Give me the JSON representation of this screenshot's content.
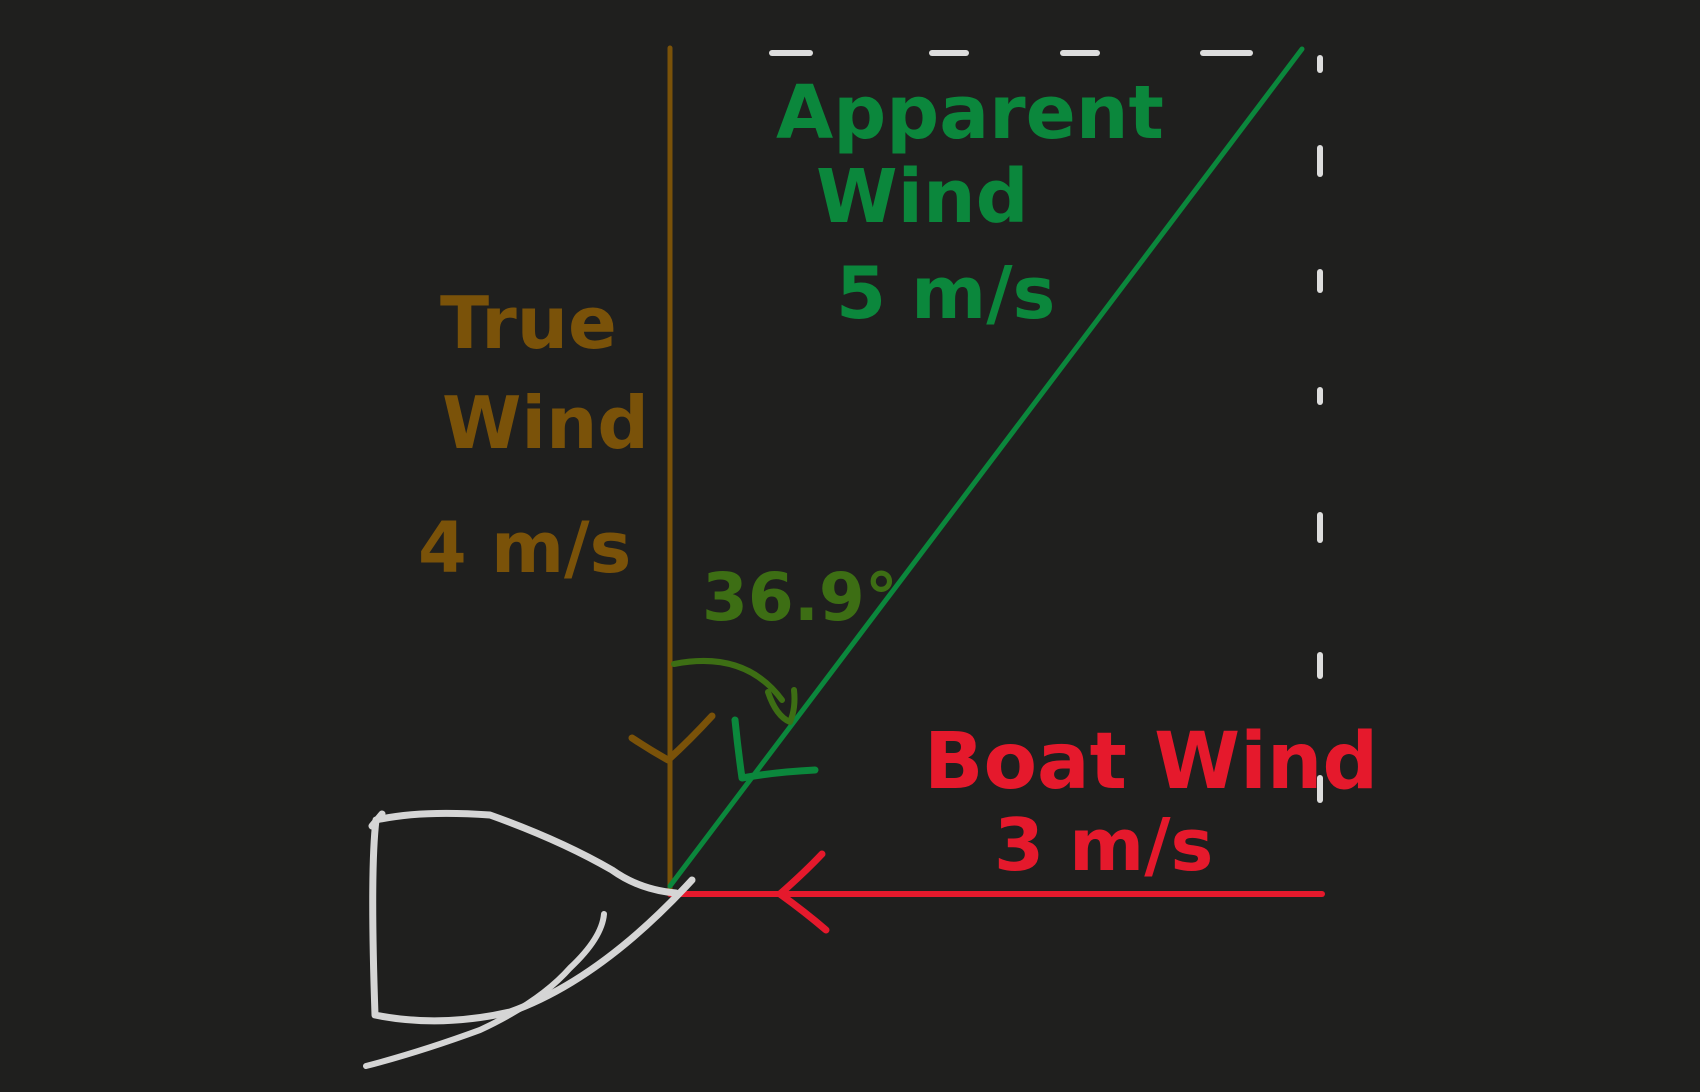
{
  "colors": {
    "background": "#1f1f1e",
    "true_wind": "#7a5209",
    "apparent_wind": "#0b873c",
    "boat_wind": "#e5192c",
    "angle": "#3d6e14",
    "boat": "#d5d5d5",
    "dashed_guide": "#dddddd"
  },
  "labels": {
    "true_wind": {
      "line1": "True",
      "line2": "Wind",
      "speed": "4 m/s"
    },
    "apparent_wind": {
      "line1": "Apparent",
      "line2": "Wind",
      "speed": "5 m/s"
    },
    "boat_wind": {
      "line1": "Boat Wind",
      "speed": "3 m/s"
    },
    "angle": "36.9°"
  },
  "vectors": {
    "true_wind": {
      "magnitude": 4,
      "unit": "m/s"
    },
    "boat_wind": {
      "magnitude": 3,
      "unit": "m/s"
    },
    "apparent_wind": {
      "magnitude": 5,
      "unit": "m/s"
    },
    "angle_deg": 36.9
  }
}
